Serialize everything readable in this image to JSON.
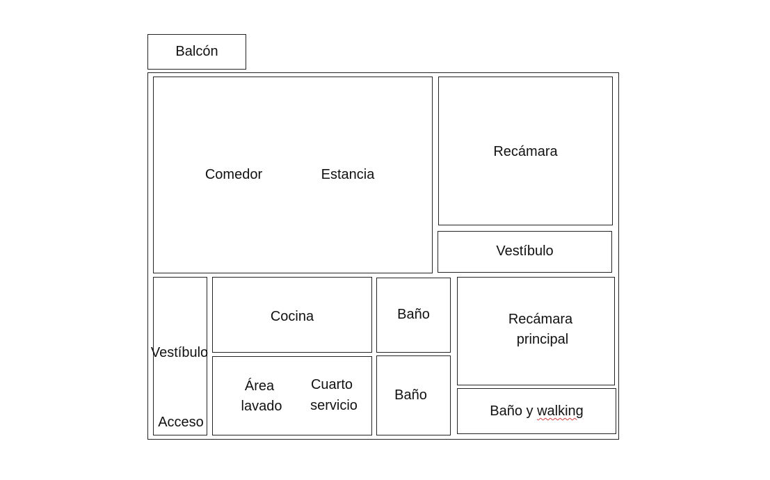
{
  "floor_plan": {
    "balcony": "Balcón",
    "dining": "Comedor",
    "living": "Estancia",
    "bedroom": "Recámara",
    "hall_upper": "Vestíbulo",
    "hall_left": "Vestíbulo",
    "entrance": "Acceso",
    "kitchen": "Cocina",
    "bath_1": "Baño",
    "bath_2": "Baño",
    "master_bedroom_line1": "Recámara",
    "master_bedroom_line2": "principal",
    "laundry_line1": "Área",
    "laundry_line2": "lavado",
    "service_line1": "Cuarto",
    "service_line2": "servicio",
    "master_bath_prefix": "Baño y ",
    "master_bath_walkin": "walking"
  }
}
